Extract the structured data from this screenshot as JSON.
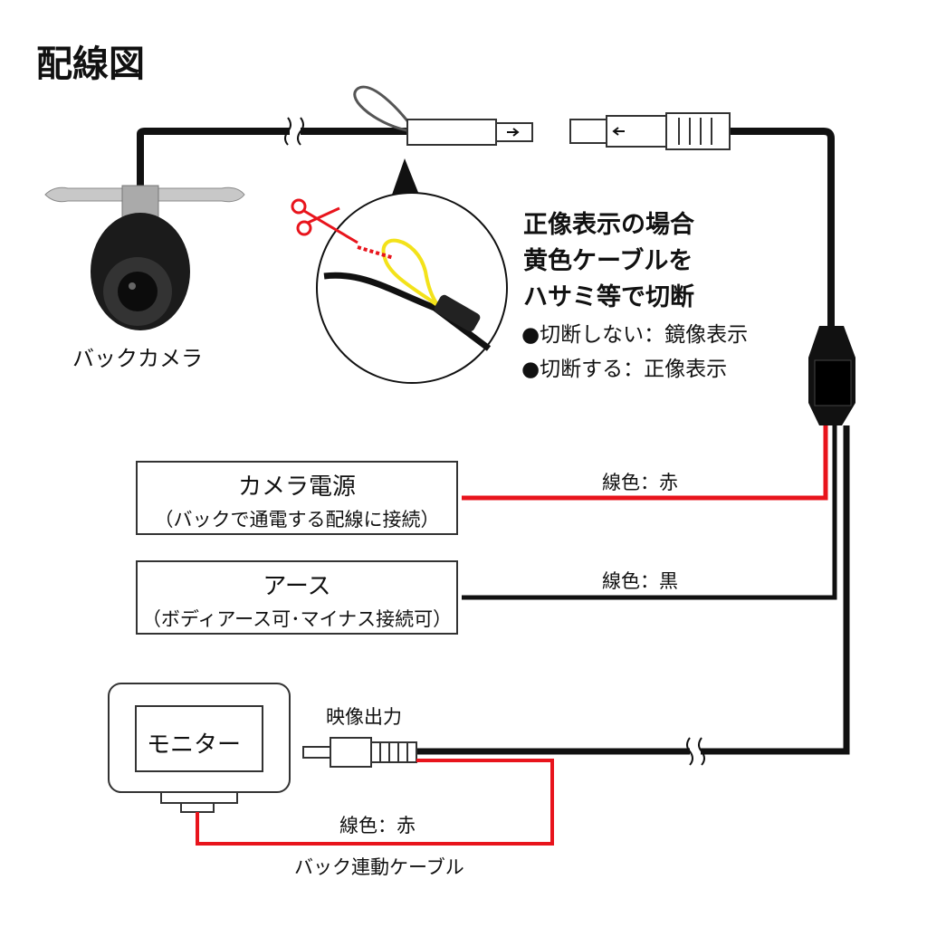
{
  "title": "配線図",
  "camera": {
    "label": "バックカメラ"
  },
  "note": {
    "headline": [
      "正像表示の場合",
      "黄色ケーブルを",
      "ハサミ等で切断"
    ],
    "bullets": [
      "●切断しない：鏡像表示",
      "●切断する：正像表示"
    ]
  },
  "power": {
    "title": "カメラ電源",
    "sub": "（バックで通電する配線に接続）",
    "wire_label": "線色：赤",
    "wire_color": "#e8141c"
  },
  "ground": {
    "title": "アース",
    "sub": "（ボディアース可･マイナス接続可）",
    "wire_label": "線色：黒",
    "wire_color": "#111111"
  },
  "monitor": {
    "label": "モニター"
  },
  "video": {
    "label": "映像出力"
  },
  "reverse_cable": {
    "wire_label": "線色：赤",
    "name": "バック連動ケーブル"
  }
}
